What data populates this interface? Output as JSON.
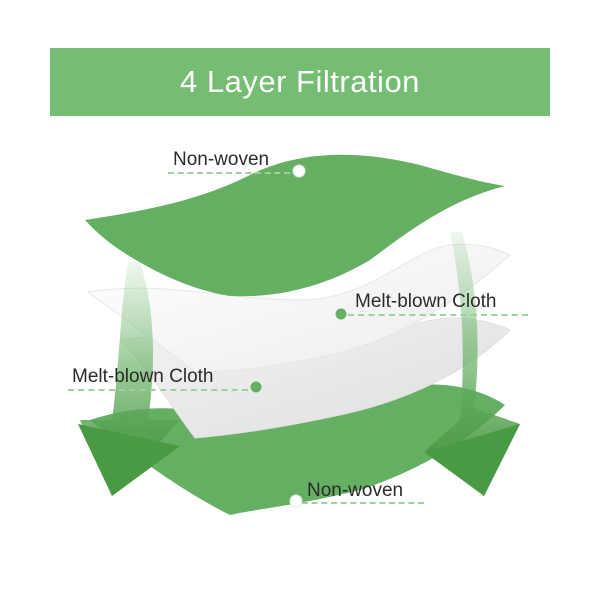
{
  "title": "4 Layer Filtration",
  "layers": [
    {
      "label": "Non-woven",
      "color": "#66b063"
    },
    {
      "label": "Melt-blown Cloth",
      "color": "#f4f4f4"
    },
    {
      "label": "Melt-blown Cloth",
      "color": "#e9e9e9"
    },
    {
      "label": "Non-woven",
      "color": "#66b063"
    }
  ],
  "colors": {
    "banner": "#74bd72",
    "arrow": "#4a9a44",
    "dot": "#66b063"
  }
}
